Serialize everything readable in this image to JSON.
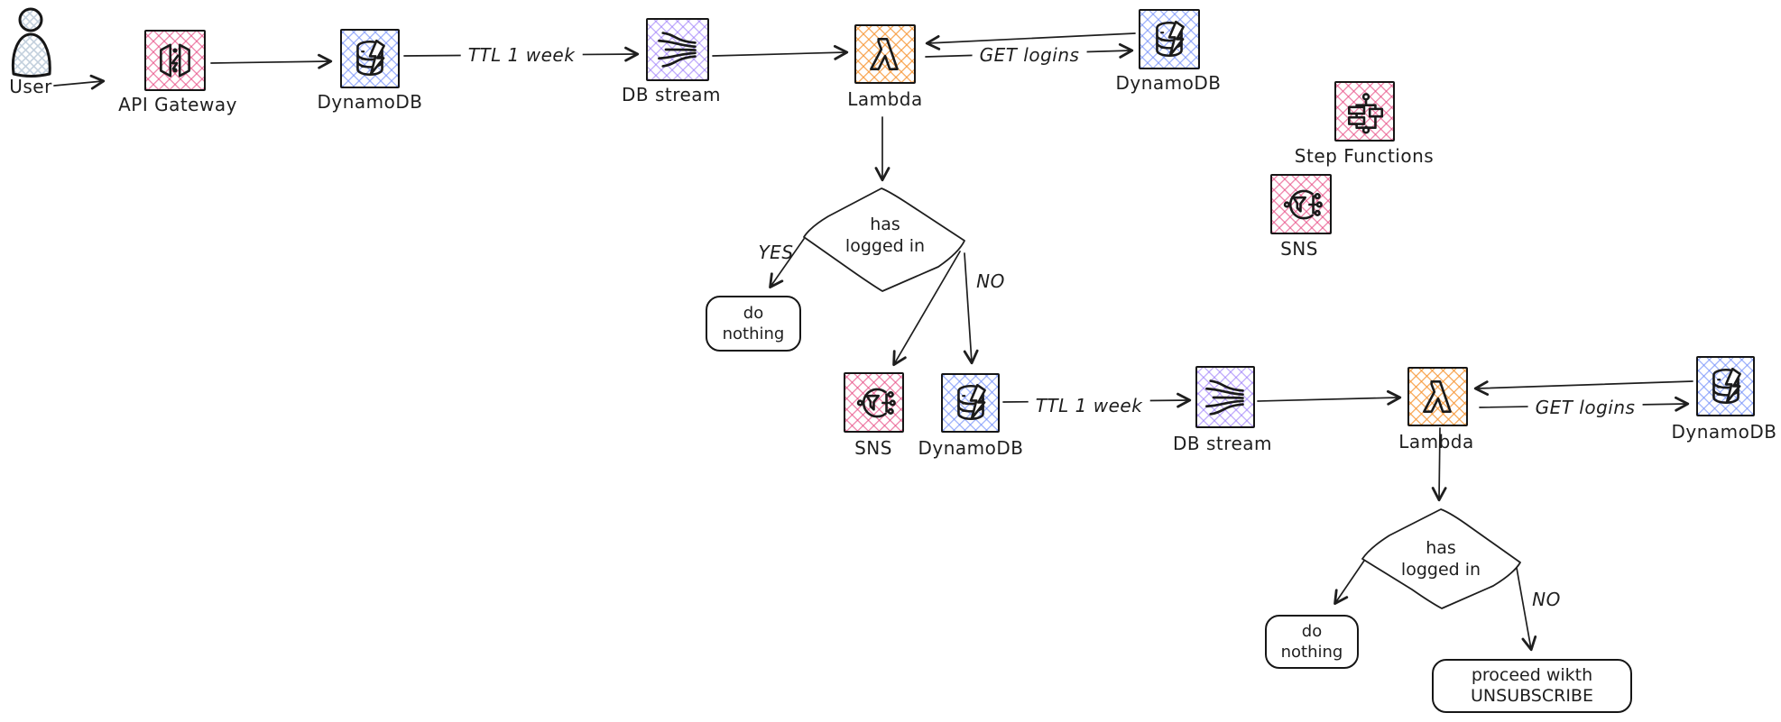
{
  "diagram_type": "aws-architecture-flowchart",
  "colors": {
    "stroke": "#1e1e1e",
    "api_gateway_hatch": "#e74a83",
    "dynamodb_hatch": "#6e8bfa",
    "db_stream_hatch": "#9775fa",
    "lambda_hatch": "#f79431",
    "sns_hatch": "#e74a83",
    "step_functions_hatch": "#e74a83",
    "user_hatch": "#c3d0dd",
    "background": "#ffffff"
  },
  "nodes": {
    "user": {
      "label": "User"
    },
    "api_gateway": {
      "label": "API Gateway"
    },
    "dynamodb_1": {
      "label": "DynamoDB"
    },
    "db_stream_1": {
      "label": "DB stream"
    },
    "lambda_1": {
      "label": "Lambda"
    },
    "dynamodb_2": {
      "label": "DynamoDB"
    },
    "step_functions": {
      "label": "Step Functions"
    },
    "sns_1": {
      "label": "SNS"
    },
    "decision_1": {
      "line1": "has",
      "line2": "logged in"
    },
    "do_nothing_1": {
      "line1": "do",
      "line2": "nothing"
    },
    "sns_2": {
      "label": "SNS"
    },
    "dynamodb_3": {
      "label": "DynamoDB"
    },
    "db_stream_2": {
      "label": "DB stream"
    },
    "lambda_2": {
      "label": "Lambda"
    },
    "dynamodb_4": {
      "label": "DynamoDB"
    },
    "decision_2": {
      "line1": "has",
      "line2": "logged in"
    },
    "do_nothing_2": {
      "line1": "do",
      "line2": "nothing"
    },
    "proceed": {
      "line1": "proceed wikth",
      "line2": "UNSUBSCRIBE"
    }
  },
  "edge_labels": {
    "ttl_1": "TTL 1 week",
    "get_logins_1": "GET logins",
    "yes_1": "YES",
    "no_1": "NO",
    "ttl_2": "TTL 1 week",
    "get_logins_2": "GET logins",
    "no_2": "NO"
  }
}
